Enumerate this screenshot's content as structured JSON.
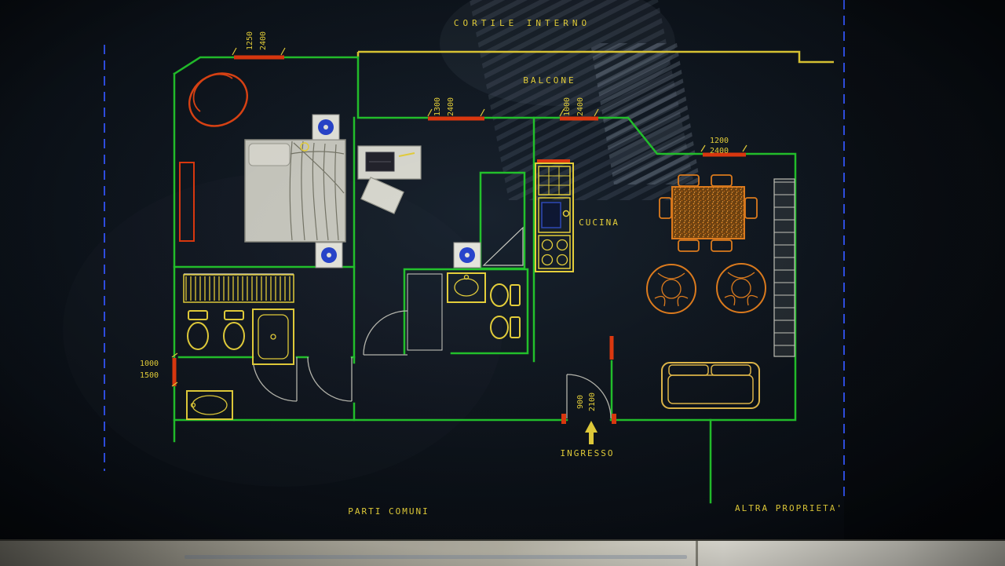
{
  "colors": {
    "wall_green": "#23c32c",
    "window_red": "#e0390f",
    "fixture_yellow": "#e5cf3b",
    "furniture_orange": "#e07d1e",
    "sofa_yellow": "#e2b94a",
    "text_yellow": "#e8d23a",
    "boundary_blue": "#3050e8",
    "courtyard_yellow": "#e0ca35",
    "gray_furniture": "#c9c9c0",
    "fan_blue": "#2844cc",
    "bezel": "#b4b1a5"
  },
  "plan": {
    "title_labels": {
      "cortile_interno": "CORTILE INTERNO",
      "balcone": "BALCONE",
      "cucina": "CUCINA",
      "ingresso": "INGRESSO",
      "parti_comuni": "PARTI COMUNI",
      "altra_proprieta": "ALTRA PROPRIETA'"
    },
    "dimensions": {
      "bedroom_window": [
        "1250",
        "2400"
      ],
      "balcony_door_left": [
        "1300",
        "2400"
      ],
      "balcony_door_right": [
        "1000",
        "2400"
      ],
      "living_window": [
        "1200",
        "2400"
      ],
      "side_window": [
        "1000",
        "1500"
      ],
      "entrance_door": [
        "900",
        "2100"
      ]
    }
  }
}
